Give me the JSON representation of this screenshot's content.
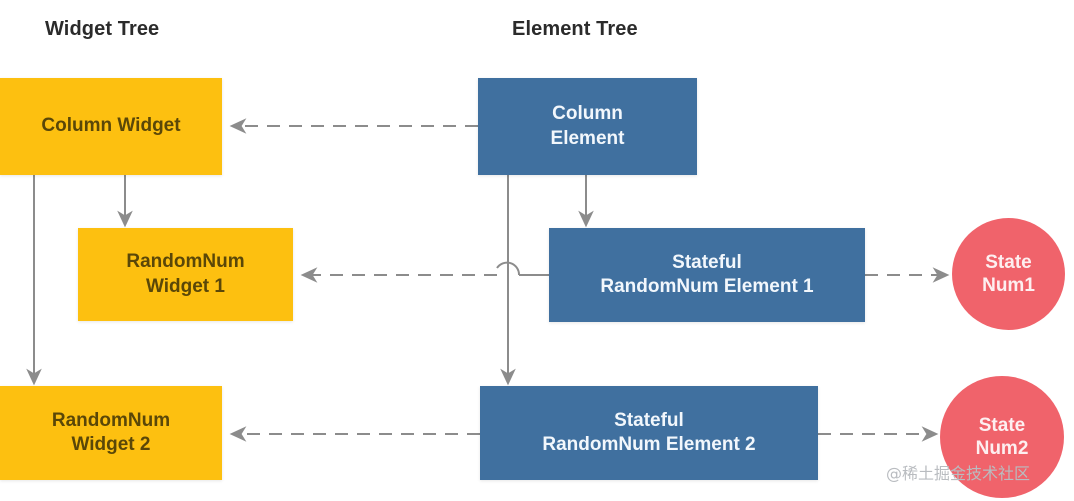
{
  "headings": {
    "widget_tree": "Widget Tree",
    "element_tree": "Element Tree"
  },
  "colors": {
    "widget": "#FDC010",
    "widget_text": "#5a4708",
    "element": "#40709F",
    "element_text": "#f2f7fc",
    "state": "#F0636B",
    "state_text": "#fdeff0",
    "connector": "#8c8c8c",
    "background": "#ffffff",
    "heading_text": "#2b2b2b",
    "watermark_text": "#b9bcc0"
  },
  "nodes": {
    "column_widget": {
      "label": "Column Widget",
      "shape": "rect",
      "tree": "widget"
    },
    "randomnum_widget_1": {
      "label": "RandomNum\nWidget 1",
      "shape": "rect",
      "tree": "widget"
    },
    "randomnum_widget_2": {
      "label": "RandomNum\nWidget 2",
      "shape": "rect",
      "tree": "widget"
    },
    "column_element": {
      "label": "Column\nElement",
      "shape": "rect",
      "tree": "element"
    },
    "element_1": {
      "label": "Stateful\nRandomNum Element 1",
      "shape": "rect",
      "tree": "element"
    },
    "element_2": {
      "label": "Stateful\nRandomNum Element 2",
      "shape": "rect",
      "tree": "element"
    },
    "state_num_1": {
      "label": "State\nNum1",
      "shape": "circle",
      "tree": "state"
    },
    "state_num_2": {
      "label": "State\nNum2",
      "shape": "circle",
      "tree": "state"
    }
  },
  "edges": [
    {
      "id": "cw-to-rw2",
      "from": "column_widget",
      "to": "randomnum_widget_2",
      "style": "solid",
      "direction": "down"
    },
    {
      "id": "cw-to-rw1",
      "from": "column_widget",
      "to": "randomnum_widget_1",
      "style": "solid",
      "direction": "down"
    },
    {
      "id": "ce-to-e2",
      "from": "column_element",
      "to": "element_2",
      "style": "solid",
      "direction": "down"
    },
    {
      "id": "ce-to-e1",
      "from": "column_element",
      "to": "element_1",
      "style": "solid",
      "direction": "down"
    },
    {
      "id": "ce-to-cw",
      "from": "column_element",
      "to": "column_widget",
      "style": "dashed",
      "direction": "left"
    },
    {
      "id": "e1-to-rw1",
      "from": "element_1",
      "to": "randomnum_widget_1",
      "style": "dashed",
      "direction": "left",
      "hop": true
    },
    {
      "id": "e2-to-rw2",
      "from": "element_2",
      "to": "randomnum_widget_2",
      "style": "dashed",
      "direction": "left"
    },
    {
      "id": "e1-to-state1",
      "from": "element_1",
      "to": "state_num_1",
      "style": "dashed",
      "direction": "right"
    },
    {
      "id": "e2-to-state2",
      "from": "element_2",
      "to": "state_num_2",
      "style": "dashed",
      "direction": "right"
    }
  ],
  "watermark": {
    "text": "@稀土掘金技术社区"
  }
}
